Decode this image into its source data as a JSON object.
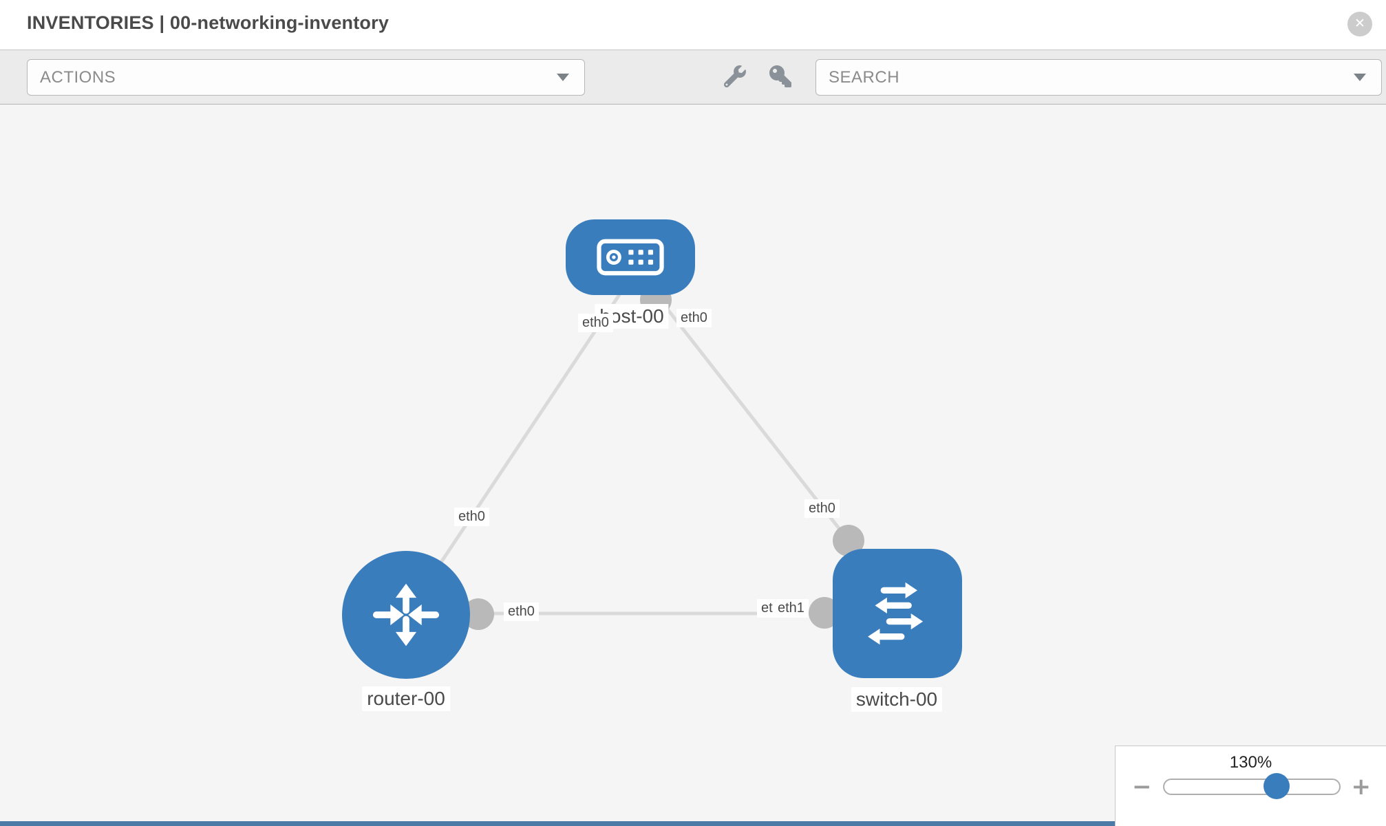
{
  "header": {
    "title": "INVENTORIES | 00-networking-inventory",
    "close_glyph": "✕"
  },
  "toolbar": {
    "actions_label": "ACTIONS",
    "search_label": "SEARCH",
    "icons": [
      "wrench-icon",
      "key-icon"
    ]
  },
  "topology": {
    "nodes": [
      {
        "id": "host-00",
        "type": "host",
        "label": "host-00"
      },
      {
        "id": "router-00",
        "type": "router",
        "label": "router-00"
      },
      {
        "id": "switch-00",
        "type": "switch",
        "label": "switch-00"
      }
    ],
    "links": [
      {
        "source": "router-00",
        "target": "host-00",
        "source_interface": "eth0",
        "target_interface": "eth0"
      },
      {
        "source": "switch-00",
        "target": "host-00",
        "source_interface": "eth0",
        "target_interface": "eth0"
      },
      {
        "source": "router-00",
        "target": "switch-00",
        "source_interface": "eth0",
        "target_interface": "eth1"
      }
    ],
    "interface_labels": {
      "host_left": "eth0",
      "host_right": "eth0",
      "router_host_link": "eth0",
      "switch_host_link": "eth0",
      "router_switch_link_router_end": "eth0",
      "router_switch_link_switch_end_under": "eth1",
      "router_switch_link_switch_end_over": "eth1"
    }
  },
  "zoom_control": {
    "level": "130%",
    "minus_glyph": "−",
    "plus_glyph": "+"
  },
  "colors": {
    "node_blue": "#3a7dbd",
    "link_gray": "#dadada",
    "connector_gray": "#b9b9b9",
    "canvas_bg": "#f5f5f5",
    "toolbar_bg": "#ebebeb",
    "bottom_bar_blue": "#4a7aa5"
  }
}
